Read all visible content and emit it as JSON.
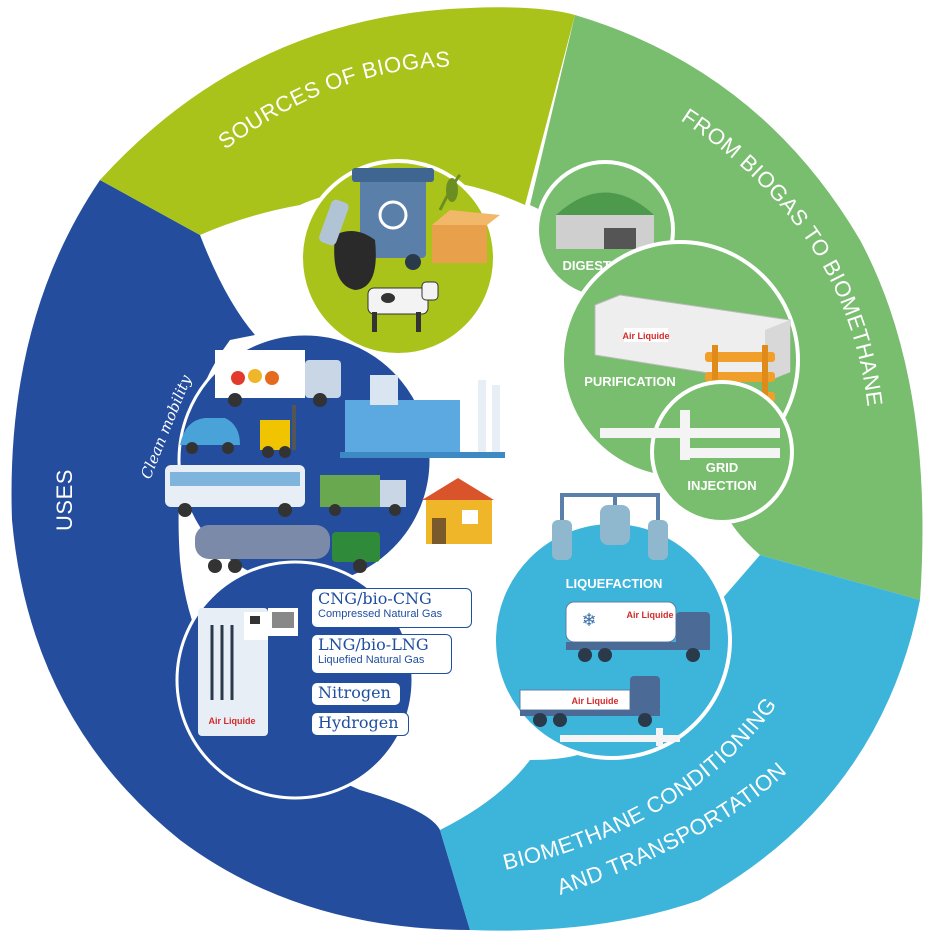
{
  "segments": {
    "sources": {
      "title": "SOURCES OF BIOGAS",
      "color": "#a9c31a"
    },
    "upgrading": {
      "title": "FROM BIOGAS TO BIOMETHANE",
      "color": "#79bd6f"
    },
    "conditioning": {
      "title_line1": "BIOMETHANE CONDITIONING",
      "title_line2": "AND TRANSPORTATION",
      "color": "#3db4da"
    },
    "uses": {
      "title": "USES",
      "color": "#244d9e"
    }
  },
  "upgrading_steps": [
    "DIGESTERS",
    "PURIFICATION",
    "GRID",
    "INJECTION"
  ],
  "conditioning_steps": [
    "LIQUEFACTION"
  ],
  "uses_section": {
    "clean_mobility": "Clean mobility",
    "products": [
      {
        "name": "CNG/bio-CNG",
        "desc": "Compressed Natural Gas"
      },
      {
        "name": "LNG/bio-LNG",
        "desc": "Liquefied Natural Gas"
      },
      {
        "name": "Nitrogen",
        "desc": ""
      },
      {
        "name": "Hydrogen",
        "desc": ""
      }
    ]
  },
  "brand": "Air Liquide",
  "icons": [
    "recycle-bin-icon",
    "cow-icon",
    "digester-icon",
    "container-icon",
    "pipeline-icon",
    "tank-icon",
    "truck-icon",
    "factory-icon",
    "house-icon",
    "bus-icon",
    "car-icon",
    "forklift-icon",
    "fuel-dispenser-icon"
  ],
  "colors": {
    "white": "#ffffff",
    "navy": "#1f4fa0",
    "dark_blue": "#244d9e",
    "lime": "#a9c31a",
    "green": "#79bd6f",
    "cyan": "#3db4da"
  }
}
